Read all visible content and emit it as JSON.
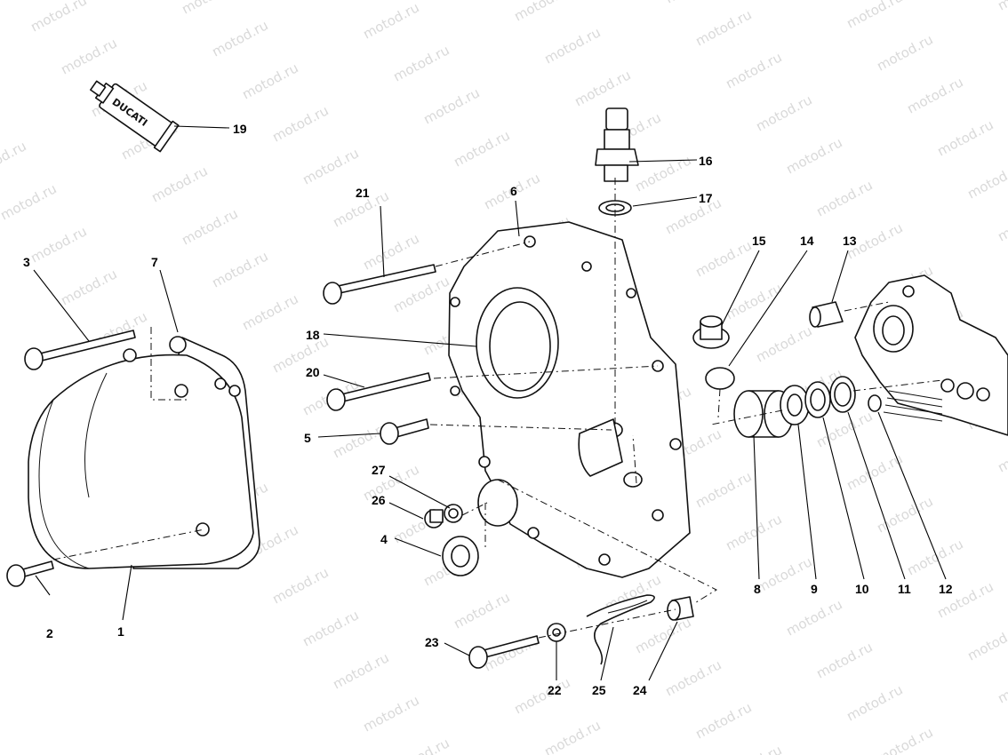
{
  "watermark": {
    "text": "motod.ru"
  },
  "brand_label": "DUCATI",
  "callouts": {
    "c1": "1",
    "c2": "2",
    "c3": "3",
    "c4": "4",
    "c5": "5",
    "c6": "6",
    "c7": "7",
    "c8": "8",
    "c9": "9",
    "c10": "10",
    "c11": "11",
    "c12": "12",
    "c13": "13",
    "c14": "14",
    "c15": "15",
    "c16": "16",
    "c17": "17",
    "c18": "18",
    "c19": "19",
    "c20": "20",
    "c21": "21",
    "c22": "22",
    "c23": "23",
    "c24": "24",
    "c25": "25",
    "c26": "26",
    "c27": "27"
  }
}
